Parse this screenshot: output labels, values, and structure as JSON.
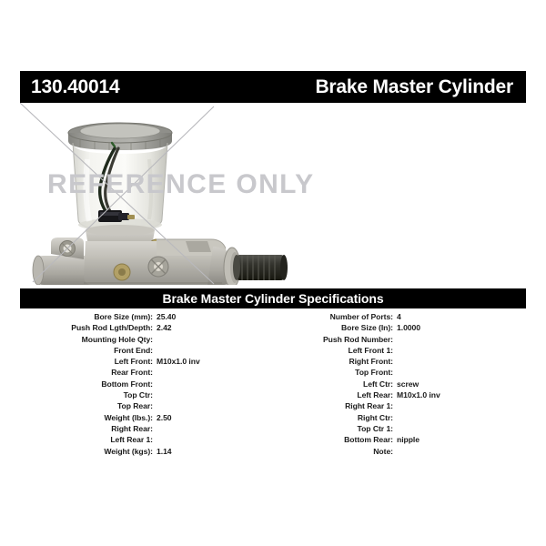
{
  "header": {
    "part_number": "130.40014",
    "product_name": "Brake Master Cylinder"
  },
  "product_image": {
    "watermark": "REFERENCE ONLY",
    "alt_name": "brake-master-cylinder-photo",
    "colors": {
      "reservoir_cap": "#9a9a96",
      "reservoir_body": "#f2f2ee",
      "aluminum_body": "#b5b3ad",
      "aluminum_shadow": "#8e8c86",
      "wire_harness": "#2b2b28",
      "connector": "#1a1a18",
      "brass_fitting": "#b9a76a",
      "cross_line": "#b9b9bd"
    }
  },
  "specs": {
    "section_title": "Brake Master Cylinder Specifications",
    "left_column": [
      {
        "label": "Bore Size (mm):",
        "value": "25.40"
      },
      {
        "label": "Push Rod Lgth/Depth:",
        "value": "2.42"
      },
      {
        "label": "Mounting Hole Qty:",
        "value": ""
      },
      {
        "label": "Front End:",
        "value": ""
      },
      {
        "label": "Left Front:",
        "value": "M10x1.0 inv"
      },
      {
        "label": "Rear Front:",
        "value": ""
      },
      {
        "label": "Bottom Front:",
        "value": ""
      },
      {
        "label": "Top Ctr:",
        "value": ""
      },
      {
        "label": "Top Rear:",
        "value": ""
      },
      {
        "label": "Weight (lbs.):",
        "value": "2.50"
      },
      {
        "label": "Right Rear:",
        "value": ""
      },
      {
        "label": "Left Rear 1:",
        "value": ""
      },
      {
        "label": "Weight (kgs):",
        "value": "1.14"
      }
    ],
    "right_column": [
      {
        "label": "Number of Ports:",
        "value": "4"
      },
      {
        "label": "Bore Size (In):",
        "value": "1.0000"
      },
      {
        "label": "Push Rod Number:",
        "value": ""
      },
      {
        "label": "Left Front 1:",
        "value": ""
      },
      {
        "label": "Right Front:",
        "value": ""
      },
      {
        "label": "Top Front:",
        "value": ""
      },
      {
        "label": "Left Ctr:",
        "value": "screw"
      },
      {
        "label": "Left Rear:",
        "value": "M10x1.0 inv"
      },
      {
        "label": "Right Rear 1:",
        "value": ""
      },
      {
        "label": "Right Ctr:",
        "value": ""
      },
      {
        "label": "Top Ctr 1:",
        "value": ""
      },
      {
        "label": "Bottom Rear:",
        "value": "nipple"
      },
      {
        "label": "Note:",
        "value": ""
      }
    ]
  }
}
